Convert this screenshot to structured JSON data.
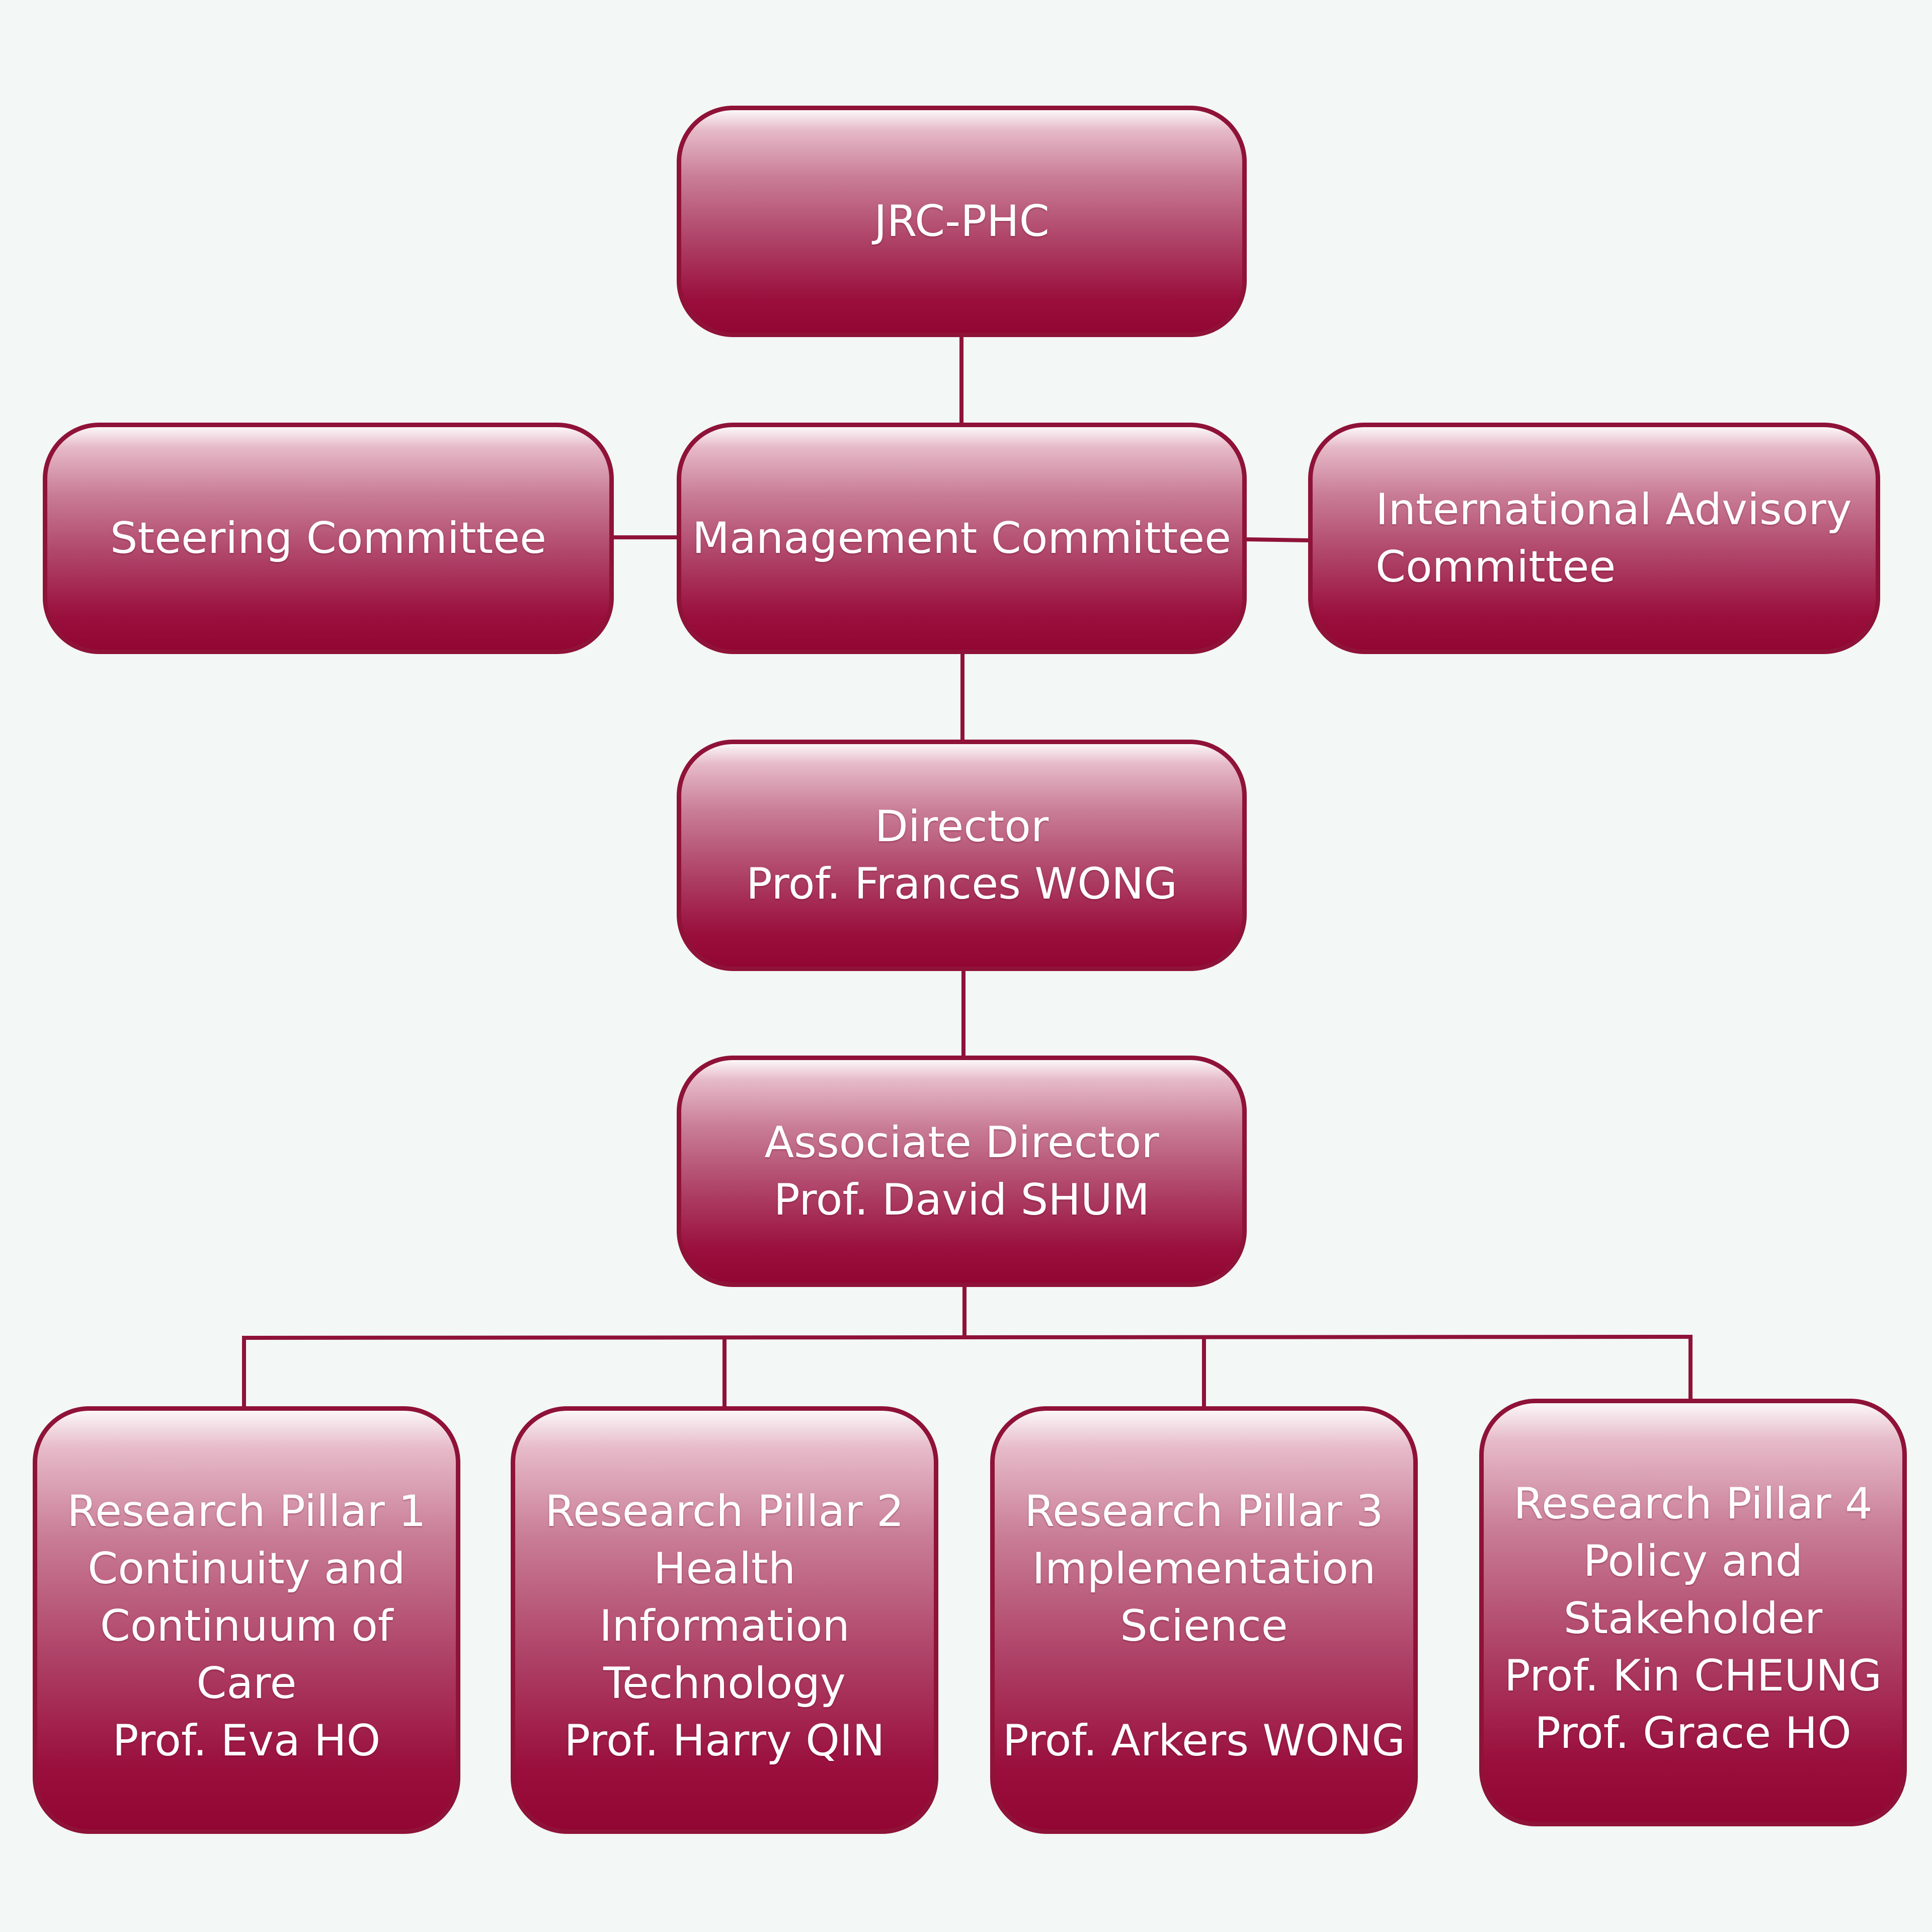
{
  "chart": {
    "nodes": [
      {
        "id": "jrc",
        "lines": [
          "JRC-PHC"
        ]
      },
      {
        "id": "steer",
        "lines": [
          "Steering Committee"
        ]
      },
      {
        "id": "mgmt",
        "lines": [
          "Management Committee"
        ]
      },
      {
        "id": "iac",
        "lines": [
          "International Advisory",
          "Committee"
        ]
      },
      {
        "id": "dir",
        "lines": [
          "Director",
          "Prof. Frances WONG"
        ]
      },
      {
        "id": "assoc",
        "lines": [
          "Associate Director",
          "Prof. David SHUM"
        ]
      },
      {
        "id": "p1",
        "lines": [
          "Research Pillar 1",
          "Continuity and",
          "Continuum of",
          "Care",
          "Prof. Eva HO"
        ]
      },
      {
        "id": "p2",
        "lines": [
          "Research Pillar 2",
          "Health",
          "Information",
          "Technology",
          "Prof. Harry QIN"
        ]
      },
      {
        "id": "p3",
        "lines": [
          "Research Pillar 3",
          "Implementation",
          "Science",
          "",
          "Prof. Arkers WONG"
        ]
      },
      {
        "id": "p4",
        "lines": [
          "Research Pillar 4",
          "Policy and",
          "Stakeholder",
          "Prof. Kin CHEUNG",
          "Prof. Grace HO"
        ]
      }
    ],
    "edges": [
      {
        "from": "jrc",
        "to": "mgmt"
      },
      {
        "from": "steer",
        "to": "mgmt"
      },
      {
        "from": "mgmt",
        "to": "iac"
      },
      {
        "from": "mgmt",
        "to": "dir"
      },
      {
        "from": "dir",
        "to": "assoc"
      },
      {
        "from": "assoc",
        "to": "p1"
      },
      {
        "from": "assoc",
        "to": "p2"
      },
      {
        "from": "assoc",
        "to": "p3"
      },
      {
        "from": "assoc",
        "to": "p4"
      }
    ],
    "colors": {
      "box_border": "#8f1238",
      "box_gradient_top": "#fbf7f8",
      "box_gradient_bottom": "#920633",
      "connector": "#8f1238",
      "text": "#ffffff",
      "background": "#f3f7f6"
    }
  }
}
